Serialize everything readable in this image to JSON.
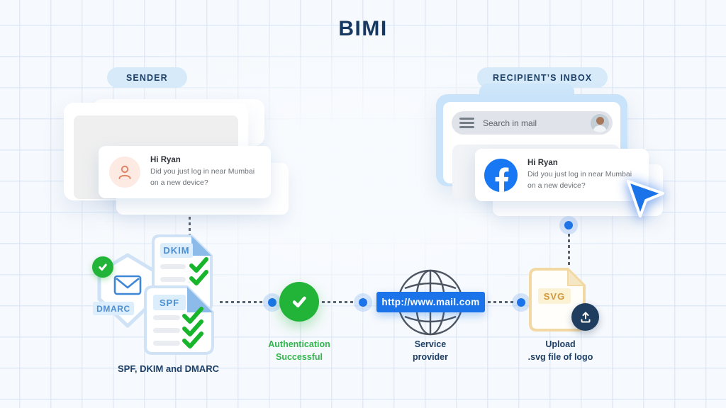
{
  "title": "BIMI",
  "sender": {
    "badge": "SENDER",
    "notification": {
      "title": "Hi Ryan",
      "message": "Did you just log in near Mumbai on a new device?"
    }
  },
  "recipient": {
    "badge": "RECIPIENT’S INBOX",
    "search_placeholder": "Search in mail",
    "notification": {
      "title": "Hi Ryan",
      "message": "Did you just log in near Mumbai on a new device?"
    }
  },
  "authentication": {
    "dkim_label": "DKIM",
    "spf_label": "SPF",
    "dmarc_label": "DMARC",
    "caption": "SPF, DKIM and DMARC",
    "status_line1": "Authentication",
    "status_line2": "Successful"
  },
  "service_provider": {
    "url": "http://www.mail.com",
    "label_line1": "Service",
    "label_line2": "provider"
  },
  "logo_upload": {
    "file_badge": "SVG",
    "label_line1": "Upload",
    "label_line2": ".svg file of logo"
  },
  "icons": {
    "sender_avatar": "person-outline",
    "recipient_avatar": "profile-photo",
    "menu": "hamburger",
    "brand_logo": "facebook-f",
    "verified": "checkmark",
    "email_auth": "envelope-in-shield",
    "network": "globe",
    "file": "svg-document",
    "upload": "upload-arrow",
    "pointer": "cursor-arrow"
  },
  "colors": {
    "navy": "#16375f",
    "accent_blue": "#1a73e8",
    "green": "#22b438",
    "facebook_blue": "#1877f2",
    "doc_border_blue": "#cfe2f6",
    "tan": "#f2d9a4",
    "badge_bg": "#d7eaf9"
  }
}
